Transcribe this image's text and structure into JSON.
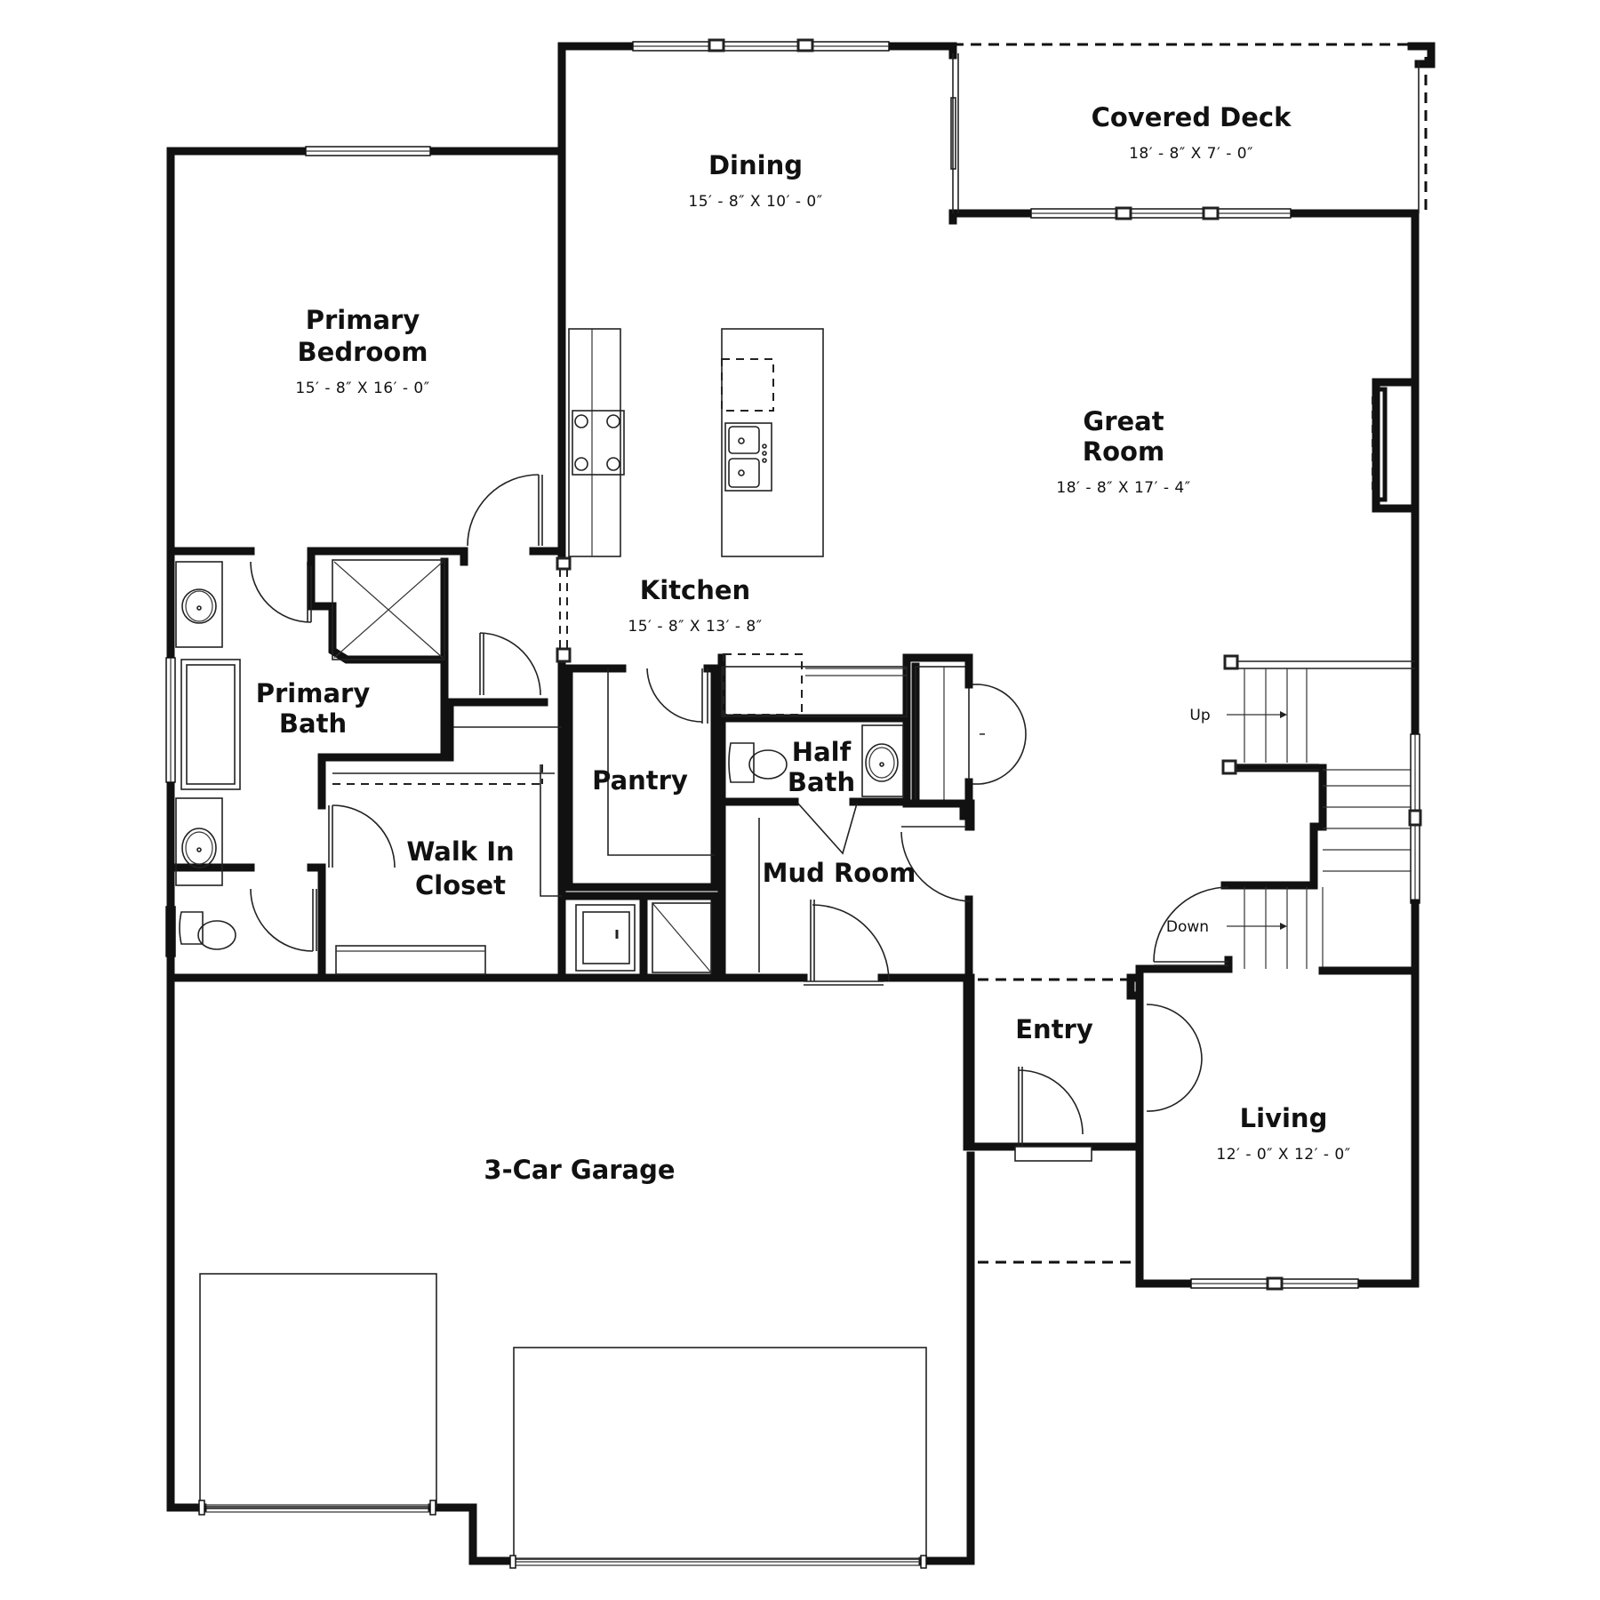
{
  "rooms": {
    "covered_deck": {
      "name": "Covered Deck",
      "dim": "18′ - 8″  X  7′ - 0″"
    },
    "dining": {
      "name": "Dining",
      "dim": "15′ - 8″  X  10′ - 0″"
    },
    "primary_bedroom": {
      "name_line1": "Primary",
      "name_line2": "Bedroom",
      "dim": "15′ - 8″  X  16′ - 0″"
    },
    "great_room": {
      "name_line1": "Great",
      "name_line2": "Room",
      "dim": "18′ - 8″  X  17′ - 4″"
    },
    "kitchen": {
      "name": "Kitchen",
      "dim": "15′ - 8″  X  13′ - 8″"
    },
    "primary_bath": {
      "name_line1": "Primary",
      "name_line2": "Bath"
    },
    "pantry": {
      "name": "Pantry"
    },
    "half_bath": {
      "name_line1": "Half",
      "name_line2": "Bath"
    },
    "walk_in_closet": {
      "name_line1": "Walk In",
      "name_line2": "Closet"
    },
    "mud_room": {
      "name": "Mud Room"
    },
    "entry": {
      "name": "Entry"
    },
    "living": {
      "name": "Living",
      "dim": "12′ - 0″  X  12′ - 0″"
    },
    "garage": {
      "name": "3-Car Garage"
    }
  },
  "stairs": {
    "up_label": "Up",
    "down_label": "Down"
  }
}
